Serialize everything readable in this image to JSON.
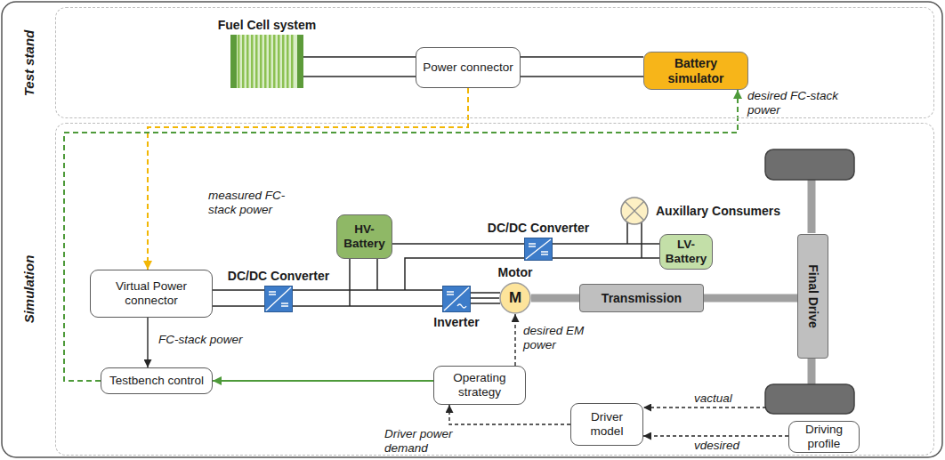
{
  "diagram": {
    "nodes": [
      {
        "text": [
          "Test stand"
        ]
      },
      {
        "text": [
          "Fuel Cell system"
        ],
        "in": 0
      },
      {
        "text": [
          "Power connector"
        ],
        "in": 0
      },
      {
        "text": [
          "Battery simulator"
        ],
        "in": 0
      },
      {
        "text": [
          "Simulation"
        ]
      },
      {
        "text": [
          "HV-Battery"
        ],
        "in": 4
      },
      {
        "text": [
          "DC/DC Converter"
        ],
        "in": 4
      },
      {
        "text": [
          "Auxillary Consumers"
        ],
        "in": 4
      },
      {
        "text": [
          "LV-Battery"
        ],
        "in": 4
      },
      {
        "text": [
          "Virtual Power connector"
        ],
        "in": 4
      },
      {
        "text": [
          "DC/DC Converter"
        ],
        "in": 4
      },
      {
        "text": [
          "Inverter"
        ],
        "in": 4
      },
      {
        "text": [
          "Motor",
          "M"
        ],
        "in": 4
      },
      {
        "text": [
          "Transmission"
        ],
        "in": 4
      },
      {
        "text": [
          "Final Drive"
        ],
        "in": 4
      },
      {
        "text": [
          "Testbench control"
        ],
        "in": 4
      },
      {
        "text": [
          "Operating strategy"
        ],
        "in": 4
      },
      {
        "text": [
          "Driver model"
        ],
        "in": 4
      },
      {
        "text": [
          "Driving profile"
        ],
        "in": 4
      }
    ],
    "edges": [
      {
        "from": 1,
        "to": 2,
        "arrow": "none"
      },
      {
        "from": 2,
        "to": 3,
        "arrow": "none"
      },
      {
        "from": 2,
        "to": 9,
        "arrow": "to",
        "label": "measured FC-stack power"
      },
      {
        "from": 15,
        "to": 3,
        "arrow": "to",
        "label": "desired FC-stack power"
      },
      {
        "from": 9,
        "to": 15,
        "arrow": "to",
        "label": "FC-stack power"
      },
      {
        "from": 9,
        "to": 10,
        "arrow": "none"
      },
      {
        "from": 10,
        "to": 11,
        "arrow": "none"
      },
      {
        "from": 5,
        "to": 10,
        "arrow": "none"
      },
      {
        "from": 5,
        "to": 6,
        "arrow": "none"
      },
      {
        "from": 6,
        "to": 8,
        "arrow": "none"
      },
      {
        "from": 7,
        "to": 8,
        "arrow": "none"
      },
      {
        "from": 11,
        "to": 12,
        "arrow": "none"
      },
      {
        "from": 12,
        "to": 13,
        "arrow": "none"
      },
      {
        "from": 13,
        "to": 14,
        "arrow": "none"
      },
      {
        "from": 16,
        "to": 12,
        "arrow": "to",
        "label": "desired EM power"
      },
      {
        "from": 16,
        "to": 15,
        "arrow": "to"
      },
      {
        "from": 17,
        "to": 16,
        "arrow": "to",
        "label": "Driver power demand"
      },
      {
        "from": 14,
        "to": 17,
        "arrow": "to",
        "label": "vactual"
      },
      {
        "from": 18,
        "to": 17,
        "arrow": "to",
        "label": "vdesired"
      }
    ]
  }
}
